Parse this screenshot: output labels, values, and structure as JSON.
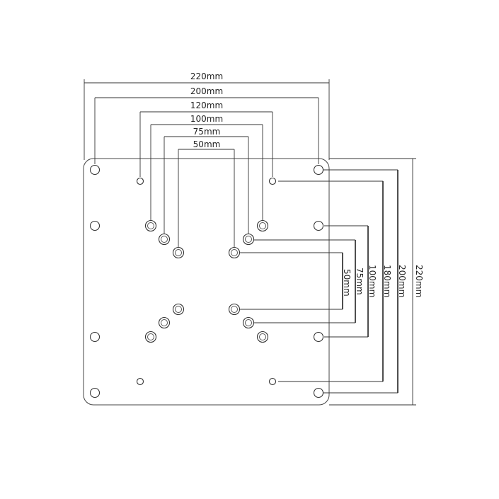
{
  "top_dimensions": [
    "220mm",
    "200mm",
    "120mm",
    "100mm",
    "75mm",
    "50mm"
  ],
  "right_dimensions": [
    "50mm",
    "75mm",
    "100mm",
    "180mm",
    "200mm",
    "220mm"
  ]
}
